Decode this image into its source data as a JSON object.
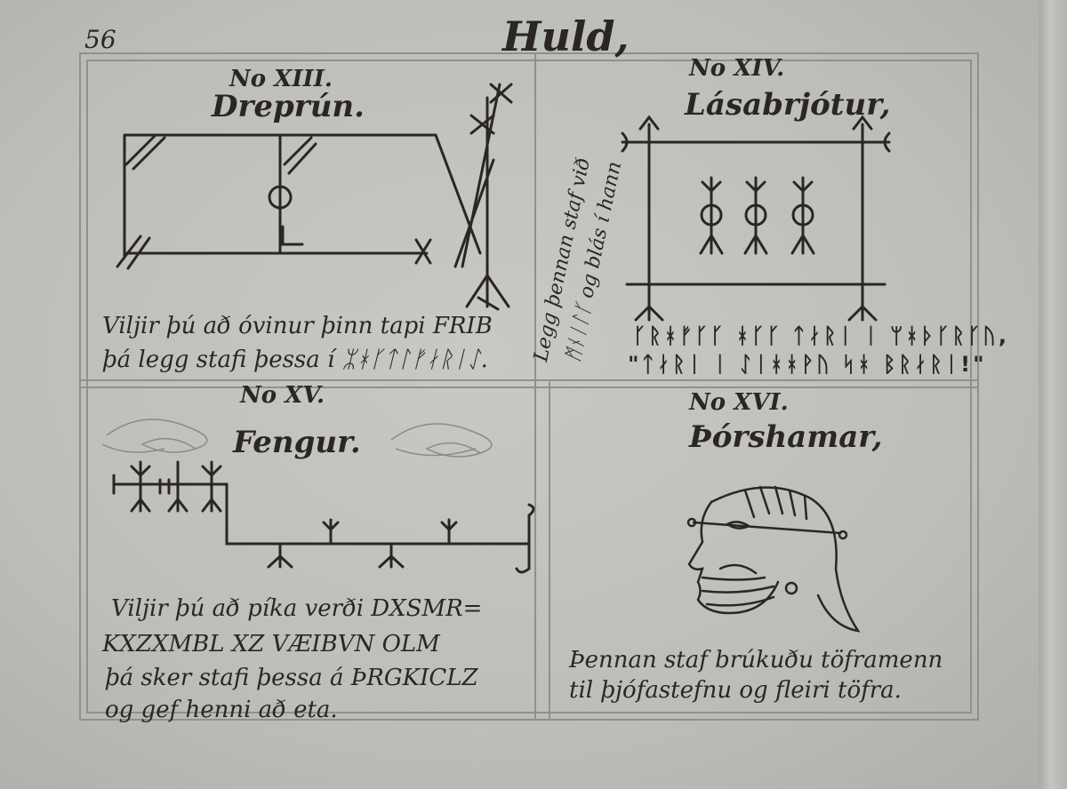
{
  "page": {
    "number": "56",
    "heading": "Huld,"
  },
  "cells": [
    {
      "number": "No XIII.",
      "title": "Dreprún.",
      "caption_lines": [
        "Viljir þú að óvinur þinn tapi FRIB",
        "þá legg stafi þessa í ᛯᚼᚴᛏᛚᚠᛅᚱᛁᛇ."
      ]
    },
    {
      "number": "No XIV.",
      "title": "Lásabrjótur,",
      "vertical_lines": [
        "Legg þennan staf við",
        "ᛗᚾᛁᛚᚴ og blás í hann"
      ],
      "caption_lines": [
        "ᚴᚱᚼᚠᚴᚴ ᚼᚴᚴ ᛏᛅᚱᛁ ᛁ ᛘᚼᚦᚴᚱᚴᚢ,",
        "\"ᛏᛅᚱᛁ ᛁ ᛇᛁᚼᚼᚹᚢ ᛋᚼ ᛒᚱᛅᚱᛁ!\""
      ]
    },
    {
      "number": "No XV.",
      "title": "Fengur.",
      "caption_lines": [
        "Viljir þú að píka verði DXSMR=",
        "KXZXMBL XZ VÆIBVN OLM",
        "þá sker stafi þessa á ÞRGKICLZ",
        "og gef henni að eta."
      ]
    },
    {
      "number": "No XVI.",
      "title": "Þórshamar,",
      "caption_lines": [
        "Þennan staf brúkuðu töframenn",
        "til þjófastefnu og fleiri töfra."
      ]
    }
  ]
}
